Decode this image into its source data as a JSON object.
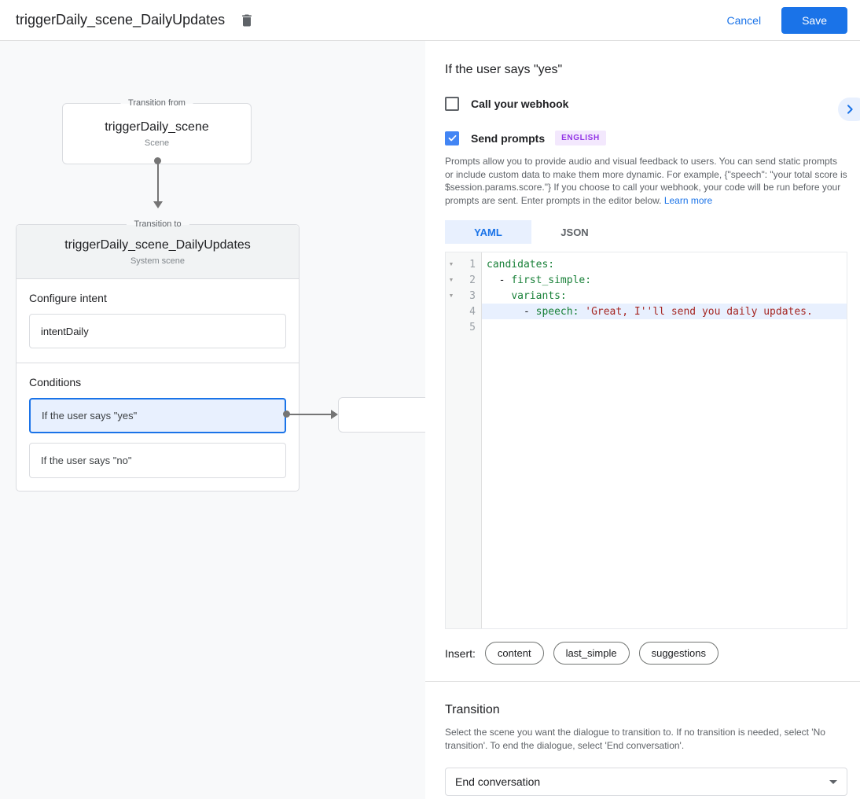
{
  "header": {
    "title": "triggerDaily_scene_DailyUpdates",
    "cancel_label": "Cancel",
    "save_label": "Save"
  },
  "diagram": {
    "from_box": {
      "legend": "Transition from",
      "title": "triggerDaily_scene",
      "subtitle": "Scene"
    },
    "to_card": {
      "legend": "Transition to",
      "title": "triggerDaily_scene_DailyUpdates",
      "subtitle": "System scene",
      "intent_label": "Configure intent",
      "intent_value": "intentDaily",
      "conditions_label": "Conditions",
      "conditions": [
        {
          "label": "If the user says \"yes\"",
          "selected": true
        },
        {
          "label": "If the user says \"no\"",
          "selected": false
        }
      ]
    }
  },
  "detail": {
    "title": "If the user says \"yes\"",
    "webhook": {
      "label": "Call your webhook",
      "checked": false
    },
    "prompts": {
      "label": "Send prompts",
      "checked": true,
      "badge": "ENGLISH"
    },
    "description": "Prompts allow you to provide audio and visual feedback to users. You can send static prompts or include custom data to make them more dynamic. For example, {\"speech\": \"your total score is $session.params.score.\"} If you choose to call your webhook, your code will be run before your prompts are sent. Enter prompts in the editor below. ",
    "learn_more": "Learn more",
    "tabs": [
      {
        "label": "YAML",
        "active": true
      },
      {
        "label": "JSON",
        "active": false
      }
    ],
    "editor": {
      "lines": [
        {
          "num": 1,
          "collapsible": true,
          "segments": [
            {
              "type": "key",
              "text": "candidates:"
            }
          ]
        },
        {
          "num": 2,
          "collapsible": true,
          "segments": [
            {
              "type": "plain",
              "text": "  - "
            },
            {
              "type": "key",
              "text": "first_simple:"
            }
          ]
        },
        {
          "num": 3,
          "collapsible": true,
          "segments": [
            {
              "type": "plain",
              "text": "    "
            },
            {
              "type": "key",
              "text": "variants:"
            }
          ]
        },
        {
          "num": 4,
          "collapsible": false,
          "highlighted": true,
          "segments": [
            {
              "type": "plain",
              "text": "      - "
            },
            {
              "type": "key",
              "text": "speech:"
            },
            {
              "type": "plain",
              "text": " "
            },
            {
              "type": "string",
              "text": "'Great, I''ll send you daily updates."
            }
          ]
        },
        {
          "num": 5,
          "collapsible": false,
          "segments": []
        }
      ]
    },
    "insert": {
      "label": "Insert:",
      "chips": [
        "content",
        "last_simple",
        "suggestions"
      ]
    },
    "transition": {
      "title": "Transition",
      "description": "Select the scene you want the dialogue to transition to. If no transition is needed, select 'No transition'. To end the dialogue, select 'End conversation'.",
      "value": "End conversation"
    }
  },
  "colors": {
    "accent_blue": "#1a73e8",
    "selected_fill": "#e8f0fe",
    "badge_purple": "#9334e6",
    "code_key_green": "#188038",
    "code_string_red": "#a52622"
  }
}
